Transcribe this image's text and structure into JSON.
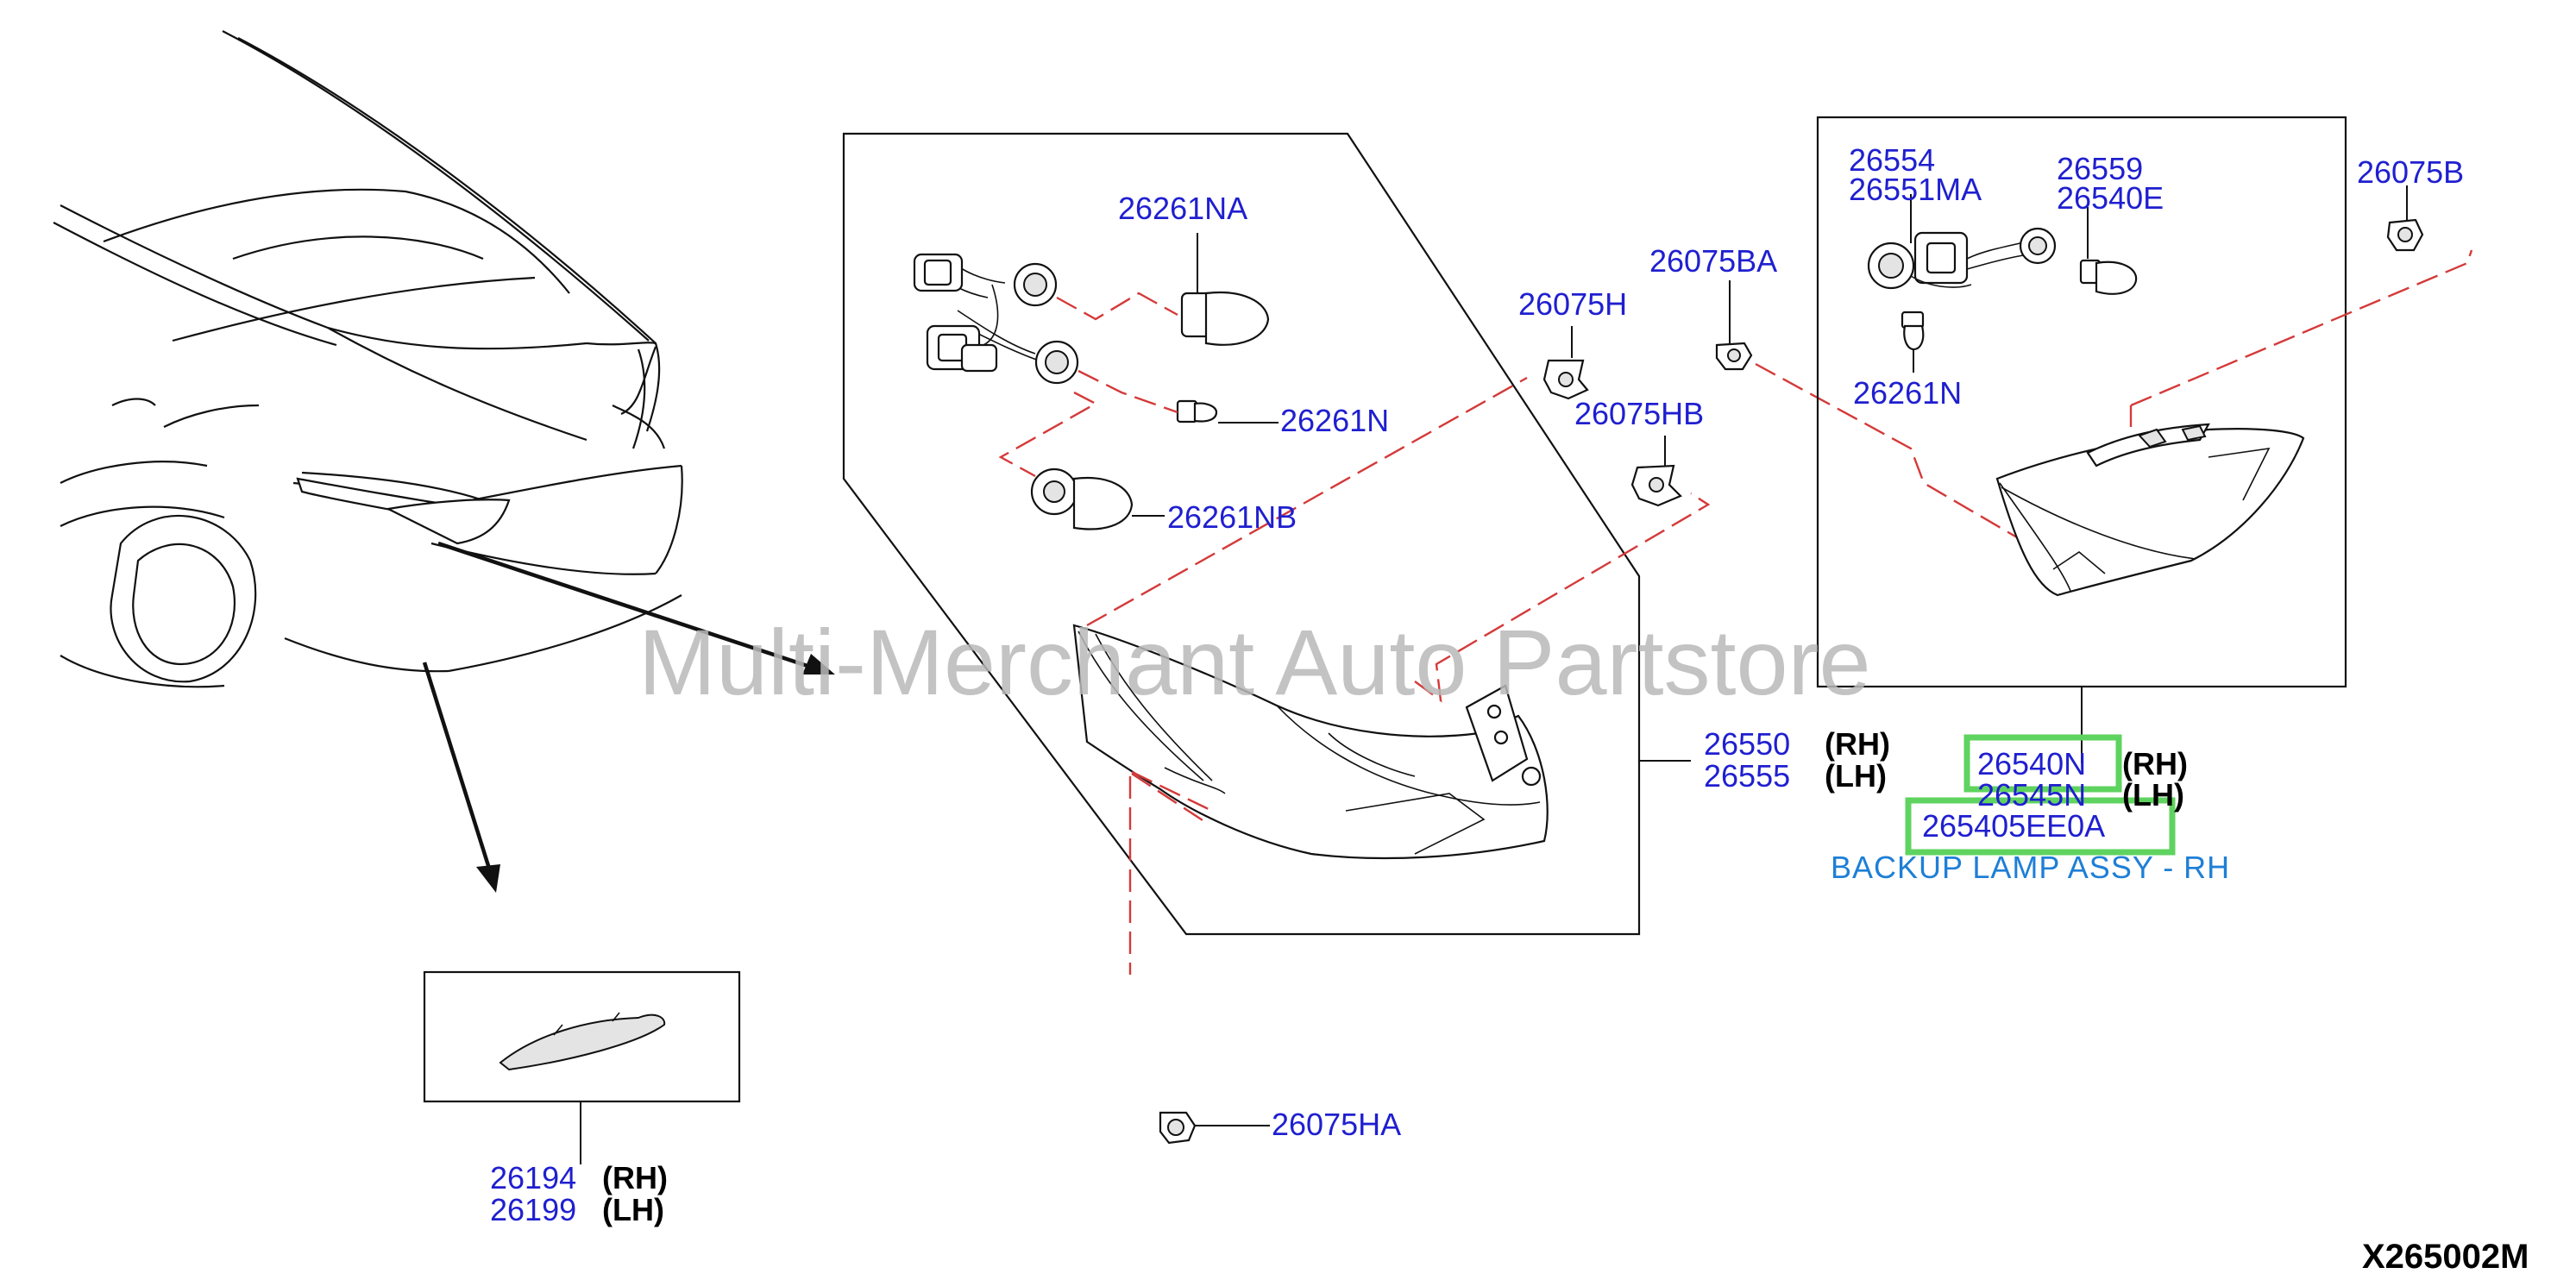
{
  "watermark": "Multi-Merchant Auto Partstore",
  "diagram_code": "X265002M",
  "colors": {
    "part_number": "#1f1fd0",
    "description": "#1e7fd6",
    "highlight": "#5fd35f",
    "dash_line": "#d43a3a",
    "watermark": "#b9b9b9"
  },
  "labels": {
    "p26261NA": "26261NA",
    "p26261N_left": "26261N",
    "p26261NB": "26261NB",
    "p26075H": "26075H",
    "p26075BA": "26075BA",
    "p26075HB": "26075HB",
    "p26554": "26554",
    "p26551MA": "26551MA",
    "p26559": "26559",
    "p26540E": "26540E",
    "p26261N_right": "26261N",
    "p26075B": "26075B",
    "p26550": "26550",
    "p26550_side": "(RH)",
    "p26555": "26555",
    "p26555_side": "(LH)",
    "p26540N": "26540N",
    "p26540N_side": "(RH)",
    "p26545N": "26545N",
    "p26545N_side": "(LH)",
    "p265405EE0A": "265405EE0A",
    "p265405EE0A_desc": "BACKUP LAMP ASSY - RH",
    "p26075HA": "26075HA",
    "p26194": "26194",
    "p26194_side": "(RH)",
    "p26199": "26199",
    "p26199_side": "(LH)"
  }
}
